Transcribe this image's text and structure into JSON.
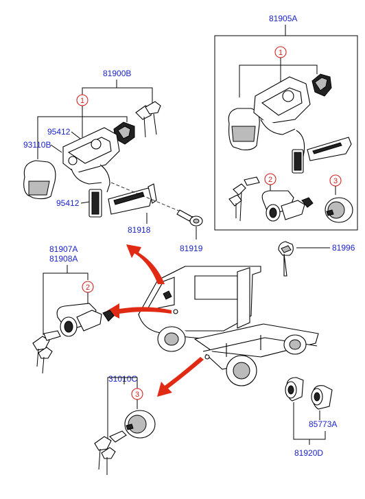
{
  "labels": {
    "kit_81905a": "81905A",
    "ref_kit_1": "1",
    "ref_kit_2": "2",
    "ref_kit_3": "3",
    "kit_81996": "81996",
    "assy_81900b": "81900B",
    "ref_assy_1": "1",
    "lbl_95412_top": "95412",
    "lbl_93110b": "93110B",
    "lbl_95412_bottom": "95412",
    "lbl_81918": "81918",
    "lbl_81919": "81919",
    "door_81907a": "81907A",
    "door_81908a": "81908A",
    "ref_door_2": "2",
    "cap_31010c": "31010C",
    "ref_cap_3": "3",
    "lbl_85773a": "85773A",
    "lbl_81920d": "81920D"
  },
  "colors": {
    "label": "#1a23c8",
    "ref": "#d42020",
    "arrow": "#e02a14",
    "line": "#000000"
  }
}
